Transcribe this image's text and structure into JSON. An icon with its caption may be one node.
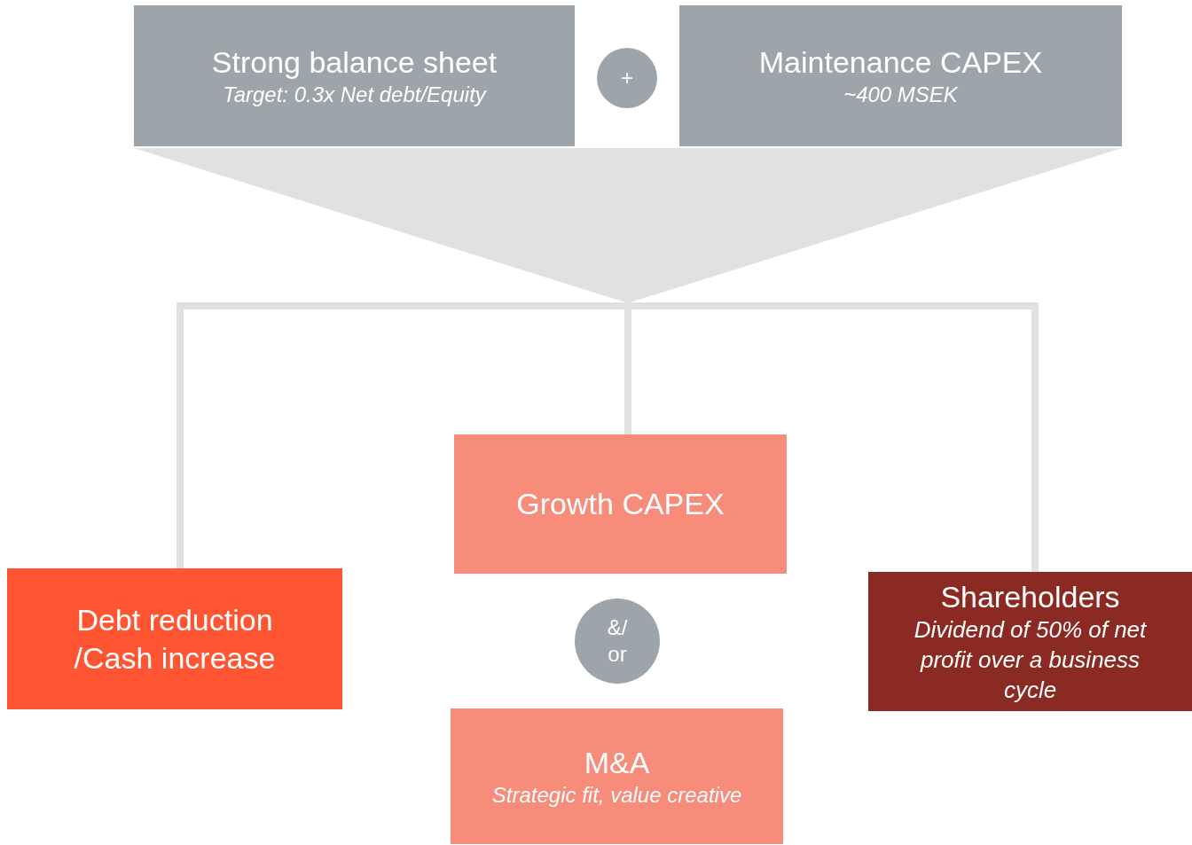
{
  "diagram": {
    "nodes": [
      {
        "text": [
          "Strong balance sheet",
          "Target: 0.3x Net debt/Equity"
        ]
      },
      {
        "text": [
          "+"
        ]
      },
      {
        "text": [
          "Maintenance CAPEX",
          "~400 MSEK"
        ]
      },
      {
        "text": [],
        "shape": "triangle"
      },
      {
        "text": [
          "Debt reduction /Cash increase"
        ]
      },
      {
        "text": [
          "Growth CAPEX"
        ]
      },
      {
        "text": [
          "&/ or"
        ]
      },
      {
        "text": [
          "M&A",
          "Strategic fit, value creative"
        ]
      },
      {
        "text": [
          "Shareholders",
          "Dividend of 50% of net profit over a business cycle"
        ]
      }
    ],
    "edges": [
      {
        "from": 3,
        "to": 4,
        "arrow": "none"
      },
      {
        "from": 3,
        "to": 5,
        "arrow": "none"
      },
      {
        "from": 3,
        "to": 8,
        "arrow": "none"
      }
    ]
  }
}
